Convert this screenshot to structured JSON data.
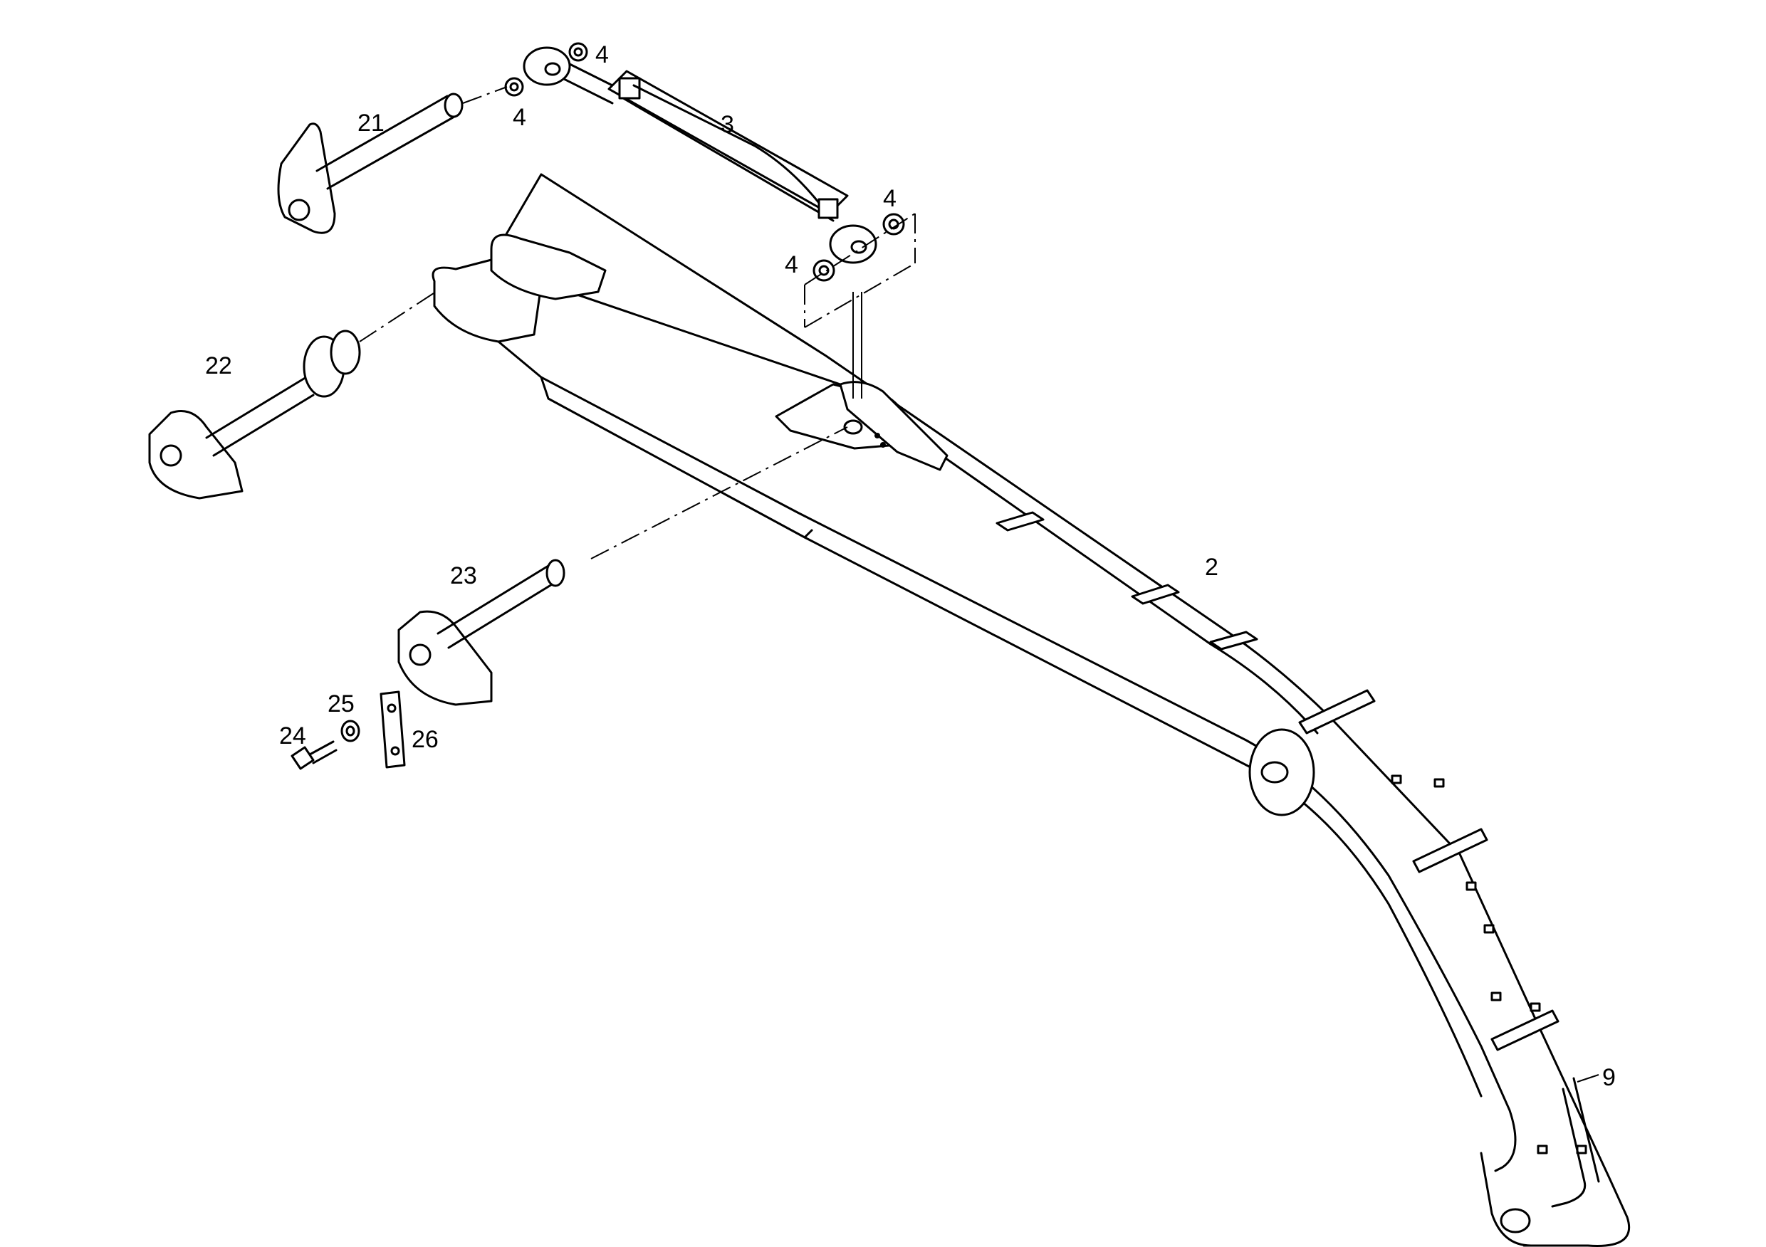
{
  "callouts": {
    "p2": "2",
    "p3": "3",
    "p4a": "4",
    "p4b": "4",
    "p4c": "4",
    "p4d": "4",
    "p9": "9",
    "p21": "21",
    "p22": "22",
    "p23": "23",
    "p24": "24",
    "p25": "25",
    "p26": "26"
  },
  "colors": {
    "line": "#000000",
    "background": "#ffffff"
  }
}
